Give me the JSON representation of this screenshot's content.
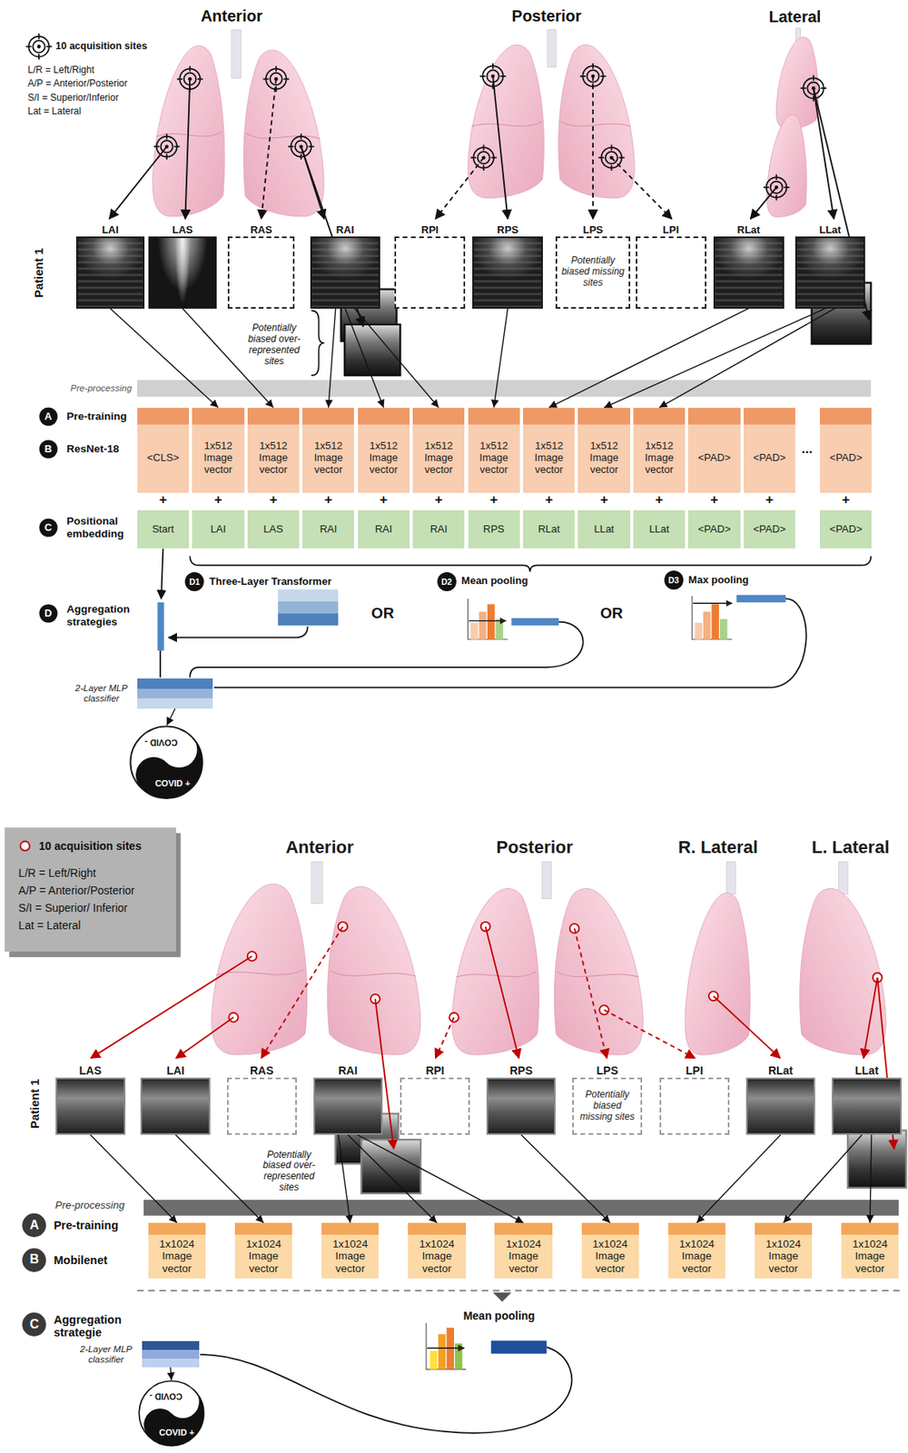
{
  "diagram": {
    "nodes": [
      {
        "text": [
          "LAI"
        ]
      },
      {
        "text": [
          "LAS"
        ]
      },
      {
        "text": [
          "RAS"
        ]
      },
      {
        "text": [
          "RAI"
        ]
      },
      {
        "text": [
          "RPI"
        ]
      },
      {
        "text": [
          "RPS"
        ]
      },
      {
        "text": [
          "LPS",
          "Potentially biased missing sites"
        ]
      },
      {
        "text": [
          "LPI"
        ]
      },
      {
        "text": [
          "RLat"
        ]
      },
      {
        "text": [
          "LLat"
        ]
      },
      {
        "text": [
          "<CLS>"
        ]
      },
      {
        "text": [
          "1x512 Image vector"
        ]
      },
      {
        "text": [
          "1x512 Image vector"
        ]
      },
      {
        "text": [
          "1x512 Image vector"
        ]
      },
      {
        "text": [
          "1x512 Image vector"
        ]
      },
      {
        "text": [
          "1x512 Image vector"
        ]
      },
      {
        "text": [
          "1x512 Image vector"
        ]
      },
      {
        "text": [
          "1x512 Image vector"
        ]
      },
      {
        "text": [
          "1x512 Image vector"
        ]
      },
      {
        "text": [
          "1x512 Image vector"
        ]
      },
      {
        "text": [
          "<PAD>"
        ]
      },
      {
        "text": [
          "<PAD>"
        ]
      },
      {
        "text": [
          "<PAD>"
        ]
      },
      {
        "text": [
          "Start"
        ]
      },
      {
        "text": [
          "LAI"
        ]
      },
      {
        "text": [
          "LAS"
        ]
      },
      {
        "text": [
          "RAI"
        ]
      },
      {
        "text": [
          "RAI"
        ]
      },
      {
        "text": [
          "RAI"
        ]
      },
      {
        "text": [
          "RPS"
        ]
      },
      {
        "text": [
          "RLat"
        ]
      },
      {
        "text": [
          "LLat"
        ]
      },
      {
        "text": [
          "LLat"
        ]
      },
      {
        "text": [
          "<PAD>"
        ]
      },
      {
        "text": [
          "<PAD>"
        ]
      },
      {
        "text": [
          "<PAD>"
        ]
      },
      {
        "text": [
          "2-Layer MLP classifier"
        ]
      },
      {
        "text": [
          "COVID -",
          "COVID +"
        ]
      },
      {
        "text": [
          "LAS"
        ]
      },
      {
        "text": [
          "LAI"
        ]
      },
      {
        "text": [
          "RAS"
        ]
      },
      {
        "text": [
          "RAI"
        ]
      },
      {
        "text": [
          "RPI"
        ]
      },
      {
        "text": [
          "RPS"
        ]
      },
      {
        "text": [
          "LPS",
          "Potentially biased missing sites"
        ]
      },
      {
        "text": [
          "LPI"
        ]
      },
      {
        "text": [
          "RLat"
        ]
      },
      {
        "text": [
          "LLat"
        ]
      },
      {
        "text": [
          "1x1024 Image vector"
        ]
      },
      {
        "text": [
          "1x1024 Image vector"
        ]
      },
      {
        "text": [
          "1x1024 Image vector"
        ]
      },
      {
        "text": [
          "1x1024 Image vector"
        ]
      },
      {
        "text": [
          "1x1024 Image vector"
        ]
      },
      {
        "text": [
          "1x1024 Image vector"
        ]
      },
      {
        "text": [
          "1x1024 Image vector"
        ]
      },
      {
        "text": [
          "1x1024 Image vector"
        ]
      },
      {
        "text": [
          "1x1024 Image vector"
        ]
      },
      {
        "text": [
          "2-Layer MLP classifier"
        ]
      },
      {
        "text": [
          "COVID -",
          "COVID +"
        ]
      }
    ],
    "edges": [
      {
        "from": 0,
        "to": 11,
        "arrow": "to"
      },
      {
        "from": 1,
        "to": 12,
        "arrow": "to"
      },
      {
        "from": 3,
        "to": 13,
        "arrow": "to"
      },
      {
        "from": 3,
        "to": 14,
        "arrow": "to"
      },
      {
        "from": 3,
        "to": 15,
        "arrow": "to"
      },
      {
        "from": 5,
        "to": 16,
        "arrow": "to"
      },
      {
        "from": 8,
        "to": 17,
        "arrow": "to"
      },
      {
        "from": 9,
        "to": 18,
        "arrow": "to"
      },
      {
        "from": 9,
        "to": 19,
        "arrow": "to"
      },
      {
        "from": 36,
        "to": 37,
        "arrow": "to"
      },
      {
        "from": 38,
        "to": 48,
        "arrow": "to"
      },
      {
        "from": 39,
        "to": 49,
        "arrow": "to"
      },
      {
        "from": 41,
        "to": 50,
        "arrow": "to"
      },
      {
        "from": 41,
        "to": 51,
        "arrow": "to"
      },
      {
        "from": 41,
        "to": 52,
        "arrow": "to"
      },
      {
        "from": 43,
        "to": 53,
        "arrow": "to"
      },
      {
        "from": 46,
        "to": 54,
        "arrow": "to"
      },
      {
        "from": 47,
        "to": 55,
        "arrow": "to"
      },
      {
        "from": 47,
        "to": 56,
        "arrow": "to"
      },
      {
        "from": 57,
        "to": 58,
        "arrow": "to"
      }
    ],
    "labels": [
      "Anterior",
      "Posterior",
      "Lateral",
      "L/R = Left/Right",
      "A/P = Anterior/Posterior",
      "S/I = Superior/Inferior",
      "Lat = Lateral",
      "Patient 1",
      "Potentially biased over-represented sites",
      "Pre-processing",
      "A",
      "Pre-training",
      "B",
      "ResNet-18",
      "C",
      "Positional embedding",
      "D",
      "Aggregation strategies",
      "+",
      "+",
      "+",
      "+",
      "+",
      "+",
      "+",
      "+",
      "+",
      "+",
      "+",
      "+",
      "+",
      "...",
      "D1",
      "Three-Layer Transformer",
      "D2",
      "Mean pooling",
      "D3",
      "Max pooling",
      "OR",
      "OR",
      "Anterior",
      "Posterior",
      "R. Lateral",
      "L. Lateral",
      "L/R = Left/Right",
      "A/P = Anterior/Posterior",
      "S/I = Superior/ Inferior",
      "Lat = Lateral",
      "Patient 1",
      "Potentially biased over-represented sites",
      "Pre-processing",
      "A",
      "Pre-training",
      "B",
      "Mobilenet",
      "C",
      "Aggregation strategie",
      "Mean pooling"
    ],
    "legend": [
      {
        "text": "10 acquisition sites"
      },
      {
        "text": "10 acquisition sites"
      }
    ]
  }
}
